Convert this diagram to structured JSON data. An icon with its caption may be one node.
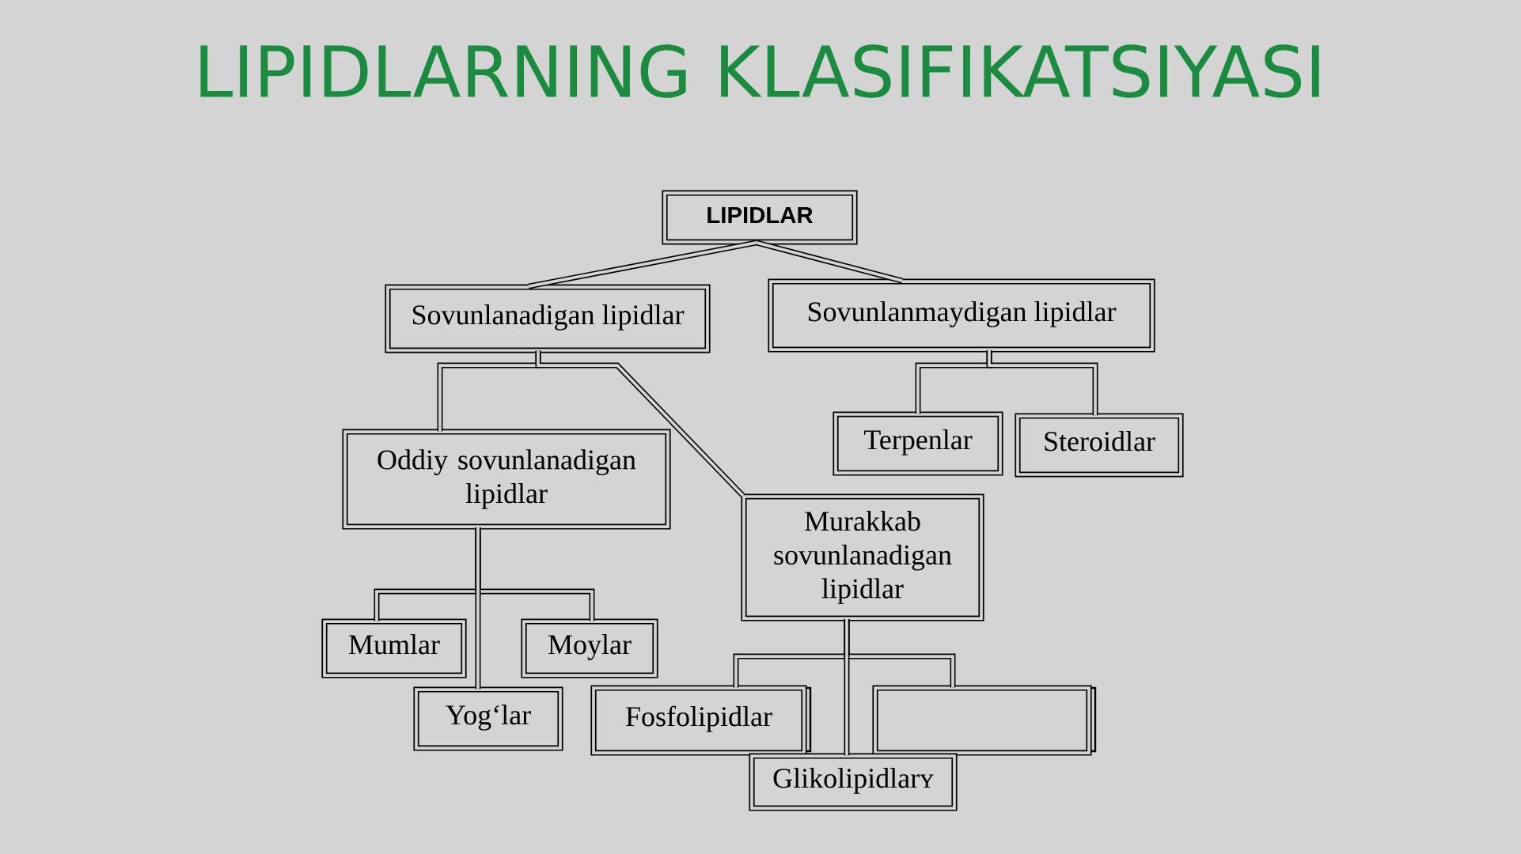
{
  "diagram": {
    "title": "LIPIDLARNING KLASIFIKATSIYASI",
    "nodes": [
      {
        "text": [
          "LIPIDLAR"
        ]
      },
      {
        "text": [
          "Sovunlanadigan lipidlar"
        ]
      },
      {
        "text": [
          "Sovunlanmaydigan lipidlar"
        ]
      },
      {
        "text": [
          "Terpenlar"
        ]
      },
      {
        "text": [
          "Steroidlar"
        ]
      },
      {
        "text": [
          "Oddiy sovunlanadigan lipidlar"
        ]
      },
      {
        "text": [
          "Murakkab sovunlanadigan lipidlar"
        ]
      },
      {
        "text": [
          "Mumlar"
        ]
      },
      {
        "text": [
          "Moylar"
        ]
      },
      {
        "text": [
          "Yog‘lar"
        ]
      },
      {
        "text": [
          "Fosfolipidlar"
        ]
      },
      {
        "text": [],
        "shape": "box"
      },
      {
        "text": [
          "Glikolipidlarʏ"
        ]
      }
    ],
    "edges": [
      {
        "from": 0,
        "to": 1,
        "arrow": "none"
      },
      {
        "from": 0,
        "to": 2,
        "arrow": "none"
      },
      {
        "from": 1,
        "to": 5,
        "arrow": "none"
      },
      {
        "from": 1,
        "to": 6,
        "arrow": "none"
      },
      {
        "from": 2,
        "to": 3,
        "arrow": "none"
      },
      {
        "from": 2,
        "to": 4,
        "arrow": "none"
      },
      {
        "from": 5,
        "to": 7,
        "arrow": "none"
      },
      {
        "from": 5,
        "to": 8,
        "arrow": "none"
      },
      {
        "from": 5,
        "to": 9,
        "arrow": "none"
      },
      {
        "from": 6,
        "to": 10,
        "arrow": "none"
      },
      {
        "from": 6,
        "to": 11,
        "arrow": "none"
      },
      {
        "from": 6,
        "to": 12,
        "arrow": "none"
      }
    ]
  }
}
